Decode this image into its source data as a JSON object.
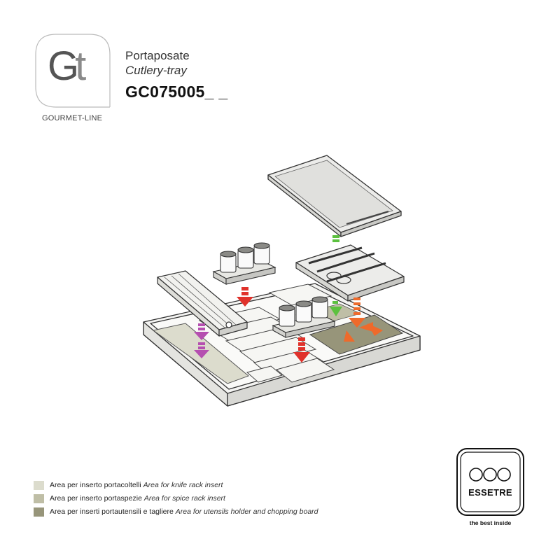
{
  "brand": {
    "logo_letters": [
      "G",
      "t"
    ],
    "line_name": "GOURMET-LINE"
  },
  "product": {
    "name_it": "Portaposate",
    "name_en": "Cutlery-tray",
    "code": "GC075005_ _"
  },
  "legend": [
    {
      "color": "#dcdccd",
      "label_it": "Area per inserto portacoltelli",
      "label_en": "Area for knife rack insert"
    },
    {
      "color": "#bfbea6",
      "label_it": "Area per inserto portaspezie",
      "label_en": "Area for spice rack insert"
    },
    {
      "color": "#97957a",
      "label_it": "Area per inserti portautensili e tagliere",
      "label_en": "Area for utensils holder and chopping board"
    }
  ],
  "manufacturer": {
    "name": "ESSETRE",
    "tagline": "the best inside"
  },
  "arrow_colors": {
    "knife": "#b54fb0",
    "spice": "#e0322b",
    "board": "#5cc13f",
    "utensils": "#ee6a2b"
  }
}
